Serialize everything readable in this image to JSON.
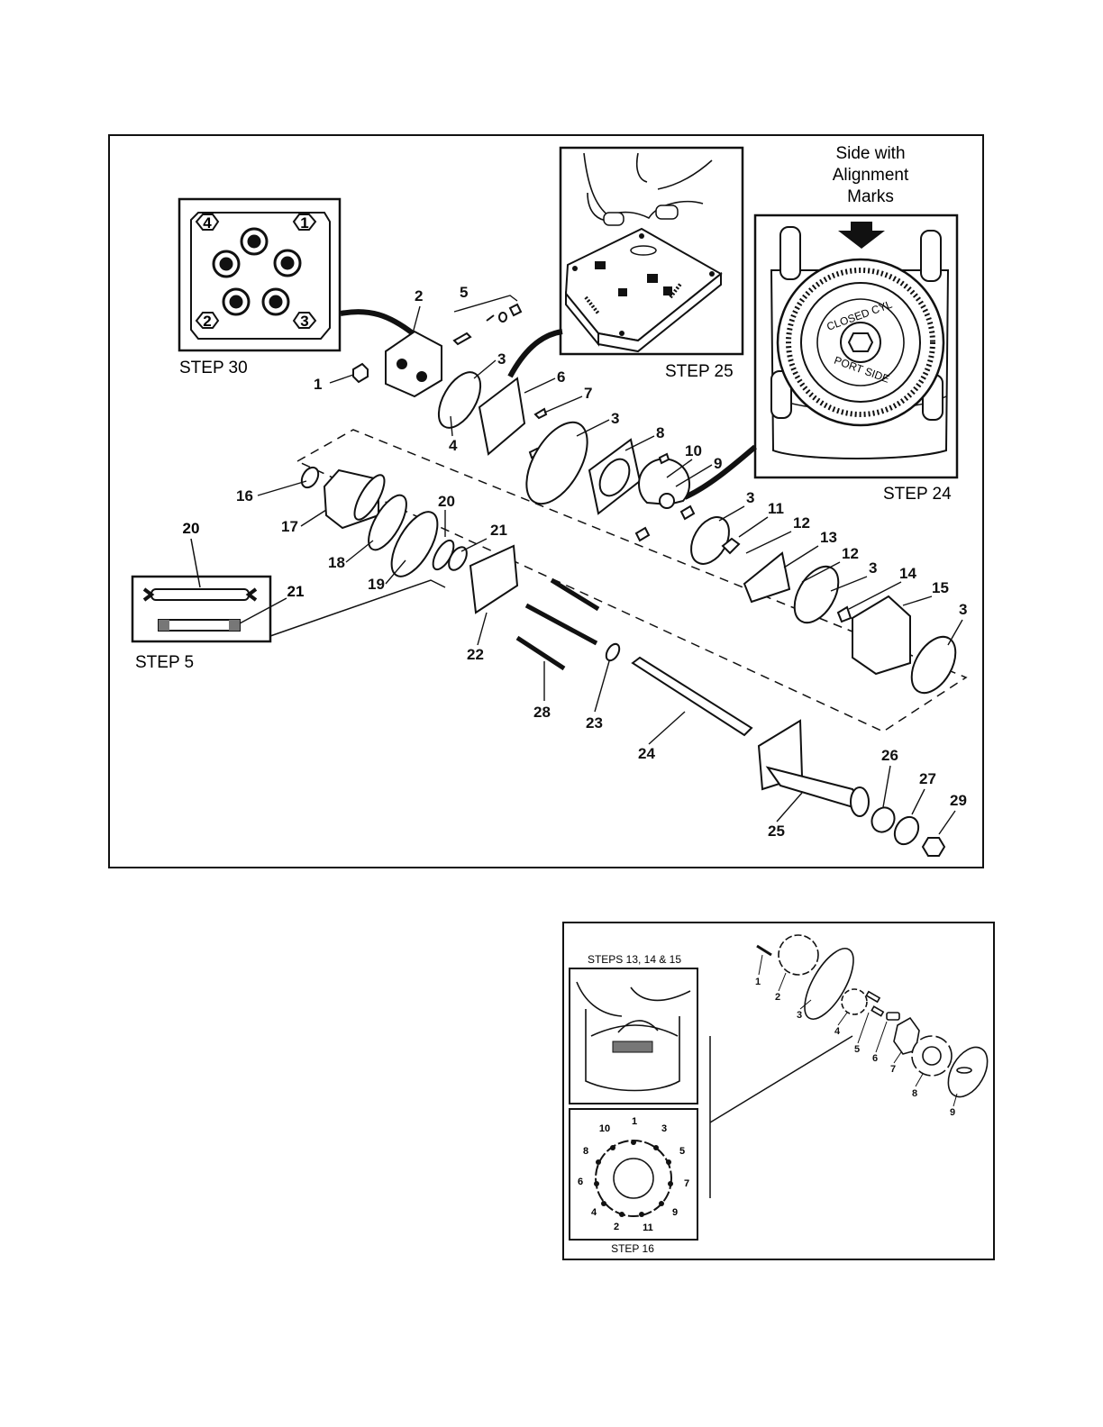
{
  "main_figure": {
    "insets": {
      "step30": "STEP 30",
      "step25": "STEP 25",
      "step24": "STEP 24",
      "step5": "STEP 5",
      "alignment_note": [
        "Side with",
        "Alignment",
        "Marks"
      ],
      "bolt_order": [
        "4",
        "1",
        "2",
        "3"
      ],
      "step24_ring_text": [
        "CLOSED CYL",
        "PORT SIDE"
      ],
      "step5_labels": [
        "20",
        "21"
      ]
    },
    "callouts": [
      "1",
      "2",
      "3",
      "4",
      "5",
      "3",
      "6",
      "7",
      "3",
      "8",
      "10",
      "9",
      "16",
      "17",
      "20",
      "21",
      "18",
      "19",
      "22",
      "28",
      "23",
      "24",
      "3",
      "11",
      "12",
      "13",
      "12",
      "3",
      "14",
      "15",
      "3",
      "25",
      "26",
      "27",
      "29"
    ]
  },
  "secondary_figure": {
    "steps_13_15": "STEPS 13, 14 & 15",
    "step16": "STEP 16",
    "torque_sequence": [
      "1",
      "3",
      "5",
      "7",
      "9",
      "11",
      "2",
      "4",
      "6",
      "8",
      "10"
    ],
    "callouts": [
      "1",
      "2",
      "3",
      "4",
      "5",
      "6",
      "7",
      "8",
      "9"
    ]
  }
}
